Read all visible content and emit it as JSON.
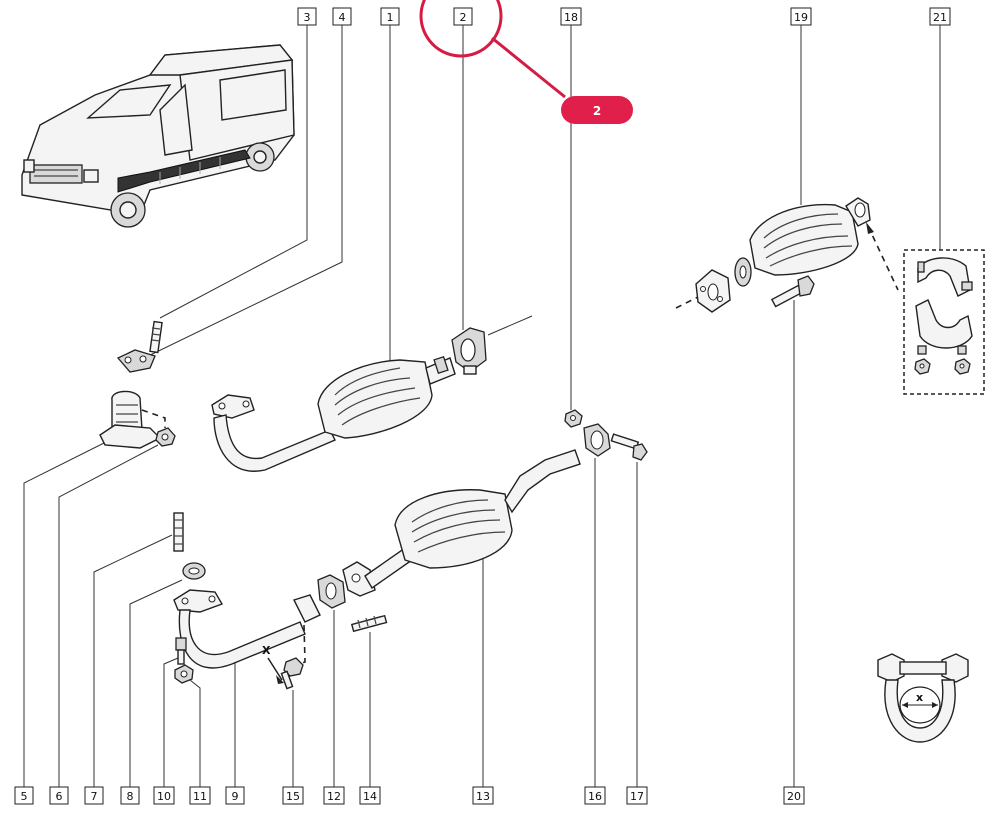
{
  "labels": {
    "l1": "1",
    "l2": "2",
    "l3": "3",
    "l4": "4",
    "l5": "5",
    "l6": "6",
    "l7": "7",
    "l8": "8",
    "l9": "9",
    "l10": "10",
    "l11": "11",
    "l12": "12",
    "l13": "13",
    "l14": "14",
    "l15": "15",
    "l16": "16",
    "l17": "17",
    "l18": "18",
    "l19": "19",
    "l20": "20",
    "l21": "21"
  },
  "highlight": {
    "badge_label": "2",
    "color": "#e0204a"
  },
  "dimension_mark": "X",
  "dimension_mark_clamp": "x"
}
